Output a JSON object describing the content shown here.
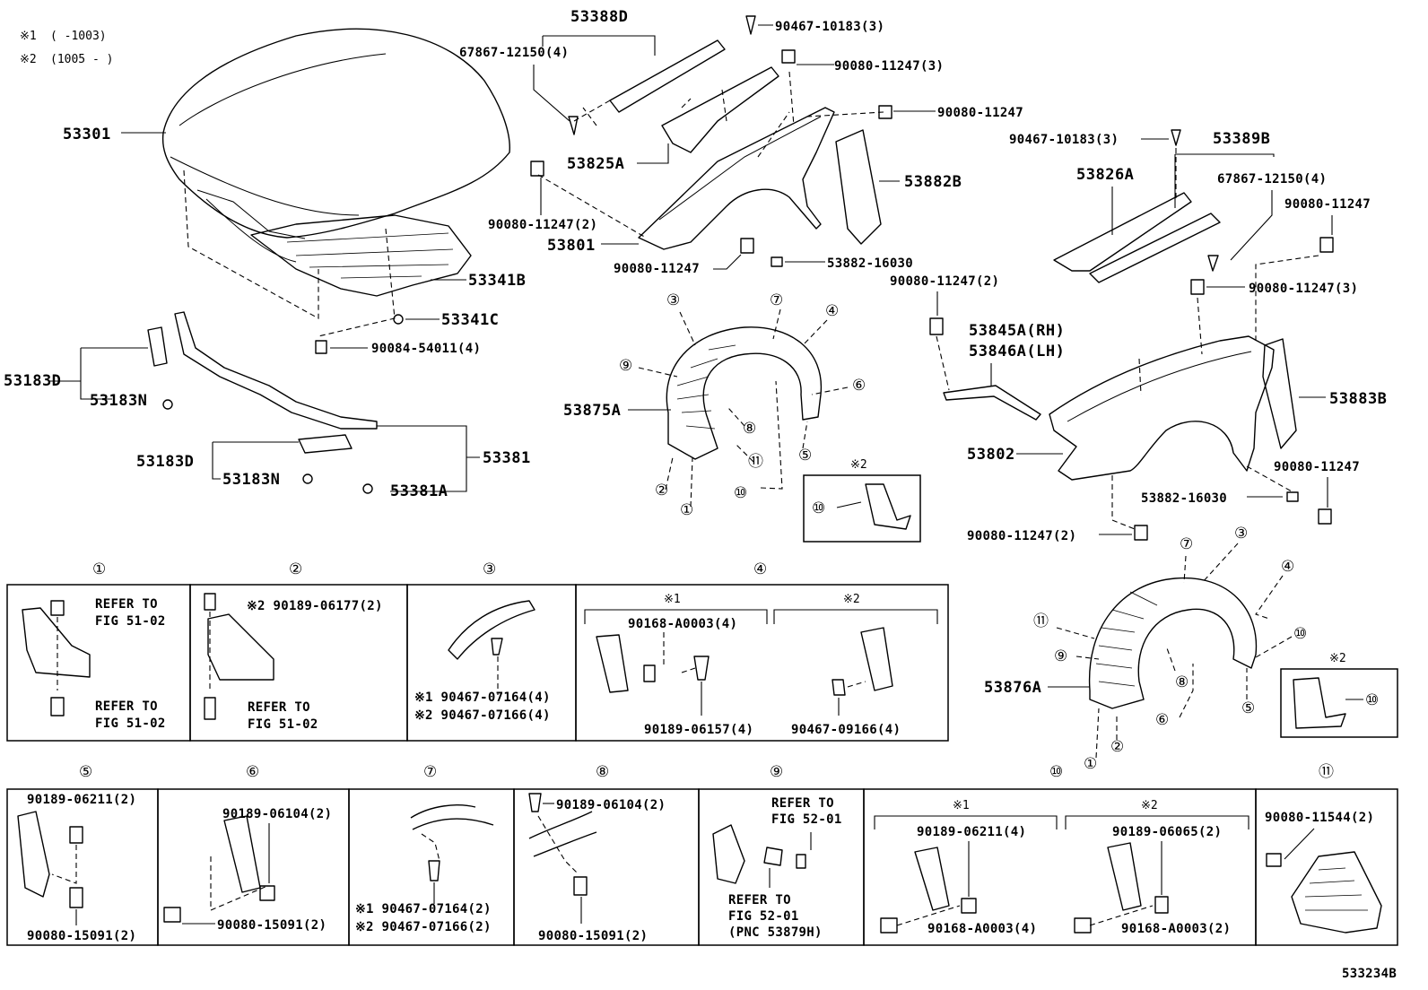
{
  "notes": [
    {
      "mark": "※1",
      "range": "(    -1003)"
    },
    {
      "mark": "※2",
      "range": "(1005 -    )"
    }
  ],
  "upper": {
    "hood": "53301",
    "hood_insulator": "53341B",
    "hood_insulator_clip": "53341C",
    "hood_screw": "90084-54011(4)",
    "seal_53183D_a": "53183D",
    "seal_53183N_a": "53183N",
    "seal_53183D_b": "53183D",
    "seal_53183N_b": "53183N",
    "seal_53381": "53381",
    "seal_53381A": "53381A",
    "rh_seal_53388D": "53388D",
    "clip_67867_l": "67867-12150(4)",
    "clip_90467_top": "90467-10183(3)",
    "bolt_90080_3_top": "90080-11247(3)",
    "bolt_90080_right": "90080-11247",
    "panel_53825A": "53825A",
    "seal_53882B": "53882B",
    "bolt_90080_2_left": "90080-11247(2)",
    "fender_53801": "53801",
    "bolt_90080_mid": "90080-11247",
    "clip_53882_16030_l": "53882-16030",
    "liner_53875A": "53875A",
    "circled": [
      "①",
      "②",
      "③",
      "④",
      "⑤",
      "⑥",
      "⑦",
      "⑧",
      "⑨",
      "⑩",
      "⑪"
    ],
    "note2": "※2",
    "clip_90467_right": "90467-10183(3)",
    "seal_53389B": "53389B",
    "panel_53826A": "53826A",
    "clip_67867_r": "67867-12150(4)",
    "bolt_90080_r1": "90080-11247",
    "bolt_90080_r2": "90080-11247(2)",
    "bolt_90080_r3": "90080-11247(3)",
    "brace_rh": "53845A(RH)",
    "brace_lh": "53846A(LH)",
    "seal_53883B": "53883B",
    "fender_53802": "53802",
    "bolt_90080_r4": "90080-11247",
    "clip_53882_16030_r": "53882-16030",
    "bolt_90080_r5": "90080-11247(2)",
    "liner_53876A": "53876A"
  },
  "panels_row1": {
    "p1": {
      "num": "①",
      "ref1": "REFER TO",
      "ref1b": "FIG 51-02",
      "ref2": "REFER TO",
      "ref2b": "FIG 51-02"
    },
    "p2": {
      "num": "②",
      "part": "※2 90189-06177(2)",
      "ref": "REFER TO",
      "refb": "FIG 51-02"
    },
    "p3": {
      "num": "③",
      "l1": "※1 90467-07164(4)",
      "l2": "※2 90467-07166(4)"
    },
    "p4": {
      "num": "④",
      "h1": "※1",
      "h2": "※2",
      "a": "90168-A0003(4)",
      "b": "90189-06157(4)",
      "c": "90467-09166(4)"
    }
  },
  "panels_row2": {
    "p5": {
      "num": "⑤",
      "a": "90189-06211(2)",
      "b": "90080-15091(2)"
    },
    "p6": {
      "num": "⑥",
      "a": "90189-06104(2)",
      "b": "90080-15091(2)"
    },
    "p7": {
      "num": "⑦",
      "l1": "※1 90467-07164(2)",
      "l2": "※2 90467-07166(2)"
    },
    "p8": {
      "num": "⑧",
      "a": "90189-06104(2)",
      "b": "90080-15091(2)"
    },
    "p9": {
      "num": "⑨",
      "r1": "REFER TO",
      "r1b": "FIG 52-01",
      "r2": "REFER TO",
      "r2b": "FIG 52-01",
      "r2c": "(PNC 53879H)"
    },
    "p10": {
      "num": "⑩",
      "h1": "※1",
      "h2": "※2",
      "a": "90189-06211(4)",
      "b": "90189-06065(2)",
      "c": "90168-A0003(4)",
      "d": "90168-A0003(2)"
    },
    "p11": {
      "num": "⑪",
      "a": "90080-11544(2)"
    }
  },
  "diagram_id": "533234B"
}
